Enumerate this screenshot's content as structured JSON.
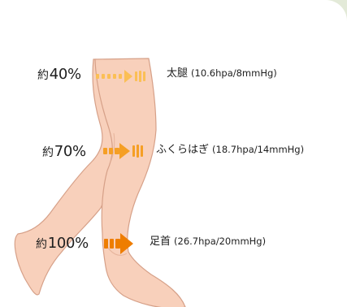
{
  "diagram": {
    "kanji_prefix": "約",
    "levels": [
      {
        "id": "thigh",
        "percent": "40%",
        "name": "太腿",
        "value": "(10.6hpa/8mmHg)"
      },
      {
        "id": "calf",
        "percent": "70%",
        "name": "ふくらはぎ",
        "value": "(18.7hpa/14mmHg)"
      },
      {
        "id": "ankle",
        "percent": "100%",
        "name": "足首",
        "value": "(26.7hpa/20mmHg)"
      }
    ],
    "colors": {
      "page_bg": "#e3ead8",
      "panel": "#ffffff",
      "skin": "#f8d0bb",
      "skin_outline": "#d6a088",
      "arrow_light": "#fbbf55",
      "arrow_mid": "#f59f25",
      "arrow_dark": "#ee7d00"
    },
    "icons": [
      "dashed-arrow-icon"
    ]
  }
}
